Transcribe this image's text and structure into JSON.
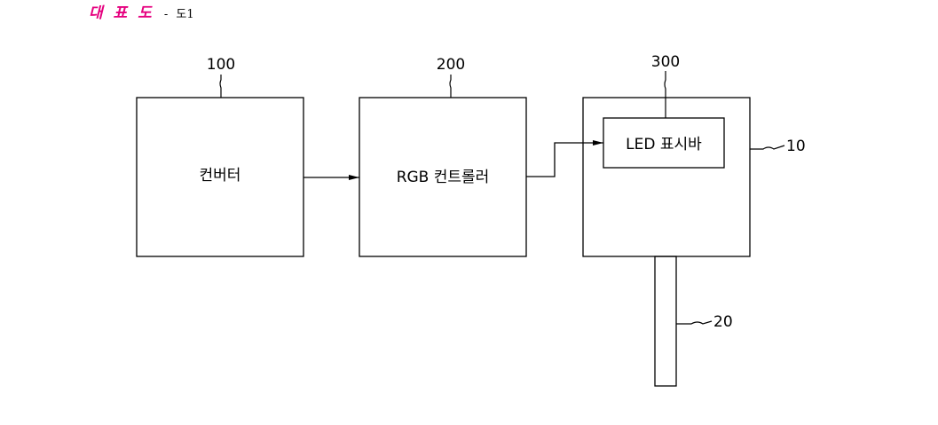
{
  "header": {
    "title": "대 표 도",
    "separator": "-",
    "figure": "도1"
  },
  "blocks": {
    "converter": {
      "label": "컨버터",
      "ref": "100"
    },
    "rgb_controller": {
      "label": "RGB 컨트롤러",
      "ref": "200"
    },
    "led_bar": {
      "label": "LED 표시바",
      "ref": "300"
    },
    "body": {
      "ref": "10"
    },
    "pole": {
      "ref": "20"
    }
  },
  "colors": {
    "title": "#e5007f",
    "line": "#000000"
  }
}
